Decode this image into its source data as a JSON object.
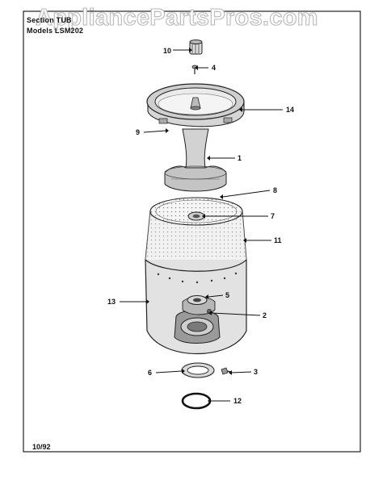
{
  "header": {
    "section_label": "Section",
    "section_value": "TUB",
    "models_label": "Models",
    "models_value": "LSM202"
  },
  "watermark": "AppliancePartsPros.com",
  "footer": {
    "date": "10/92"
  },
  "callouts": {
    "c1": "1",
    "c2": "2",
    "c3": "3",
    "c4": "4",
    "c5": "5",
    "c6": "6",
    "c7": "7",
    "c8": "8",
    "c9": "9",
    "c10": "10",
    "c11": "11",
    "c12": "12",
    "c13": "13",
    "c14": "14"
  }
}
